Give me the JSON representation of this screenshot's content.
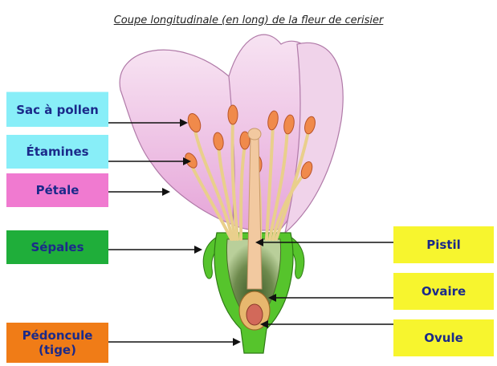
{
  "title": "Coupe longitudinale (en long) de la fleur de cerisier",
  "labels": {
    "sac_a_pollen": "Sac à pollen",
    "etamines": "Étamines",
    "petale": "Pétale",
    "sepales": "Sépales",
    "pedoncule_line1": "Pédoncule",
    "pedoncule_line2": "(tige)",
    "pistil": "Pistil",
    "ovaire": "Ovaire",
    "ovule": "Ovule"
  },
  "colors": {
    "cyan_box": "#88eef8",
    "pink_box": "#f07ad0",
    "green_box": "#1fae3a",
    "orange_box": "#f07c17",
    "yellow_box": "#f7f52e",
    "label_text": "#1b2a8a",
    "petal": "#eecbe6",
    "sepal": "#56c42c",
    "anther": "#f08a4b",
    "filament": "#f0d7a0"
  }
}
